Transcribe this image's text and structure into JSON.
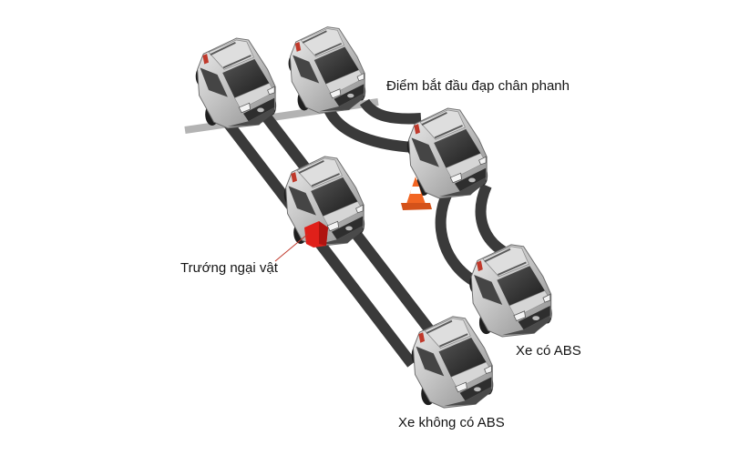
{
  "labels": {
    "brake_start": "Điểm bắt đầu đạp chân phanh",
    "obstacle": "Trướng ngại vật",
    "car_with_abs": "Xe có ABS",
    "car_without_abs": "Xe không có ABS"
  },
  "colors": {
    "track": "#3a3a3a",
    "brake_line": "#b3b3b3",
    "obstacle": "#e0201a",
    "cone": "#f26522",
    "leader": "#c0392b"
  }
}
